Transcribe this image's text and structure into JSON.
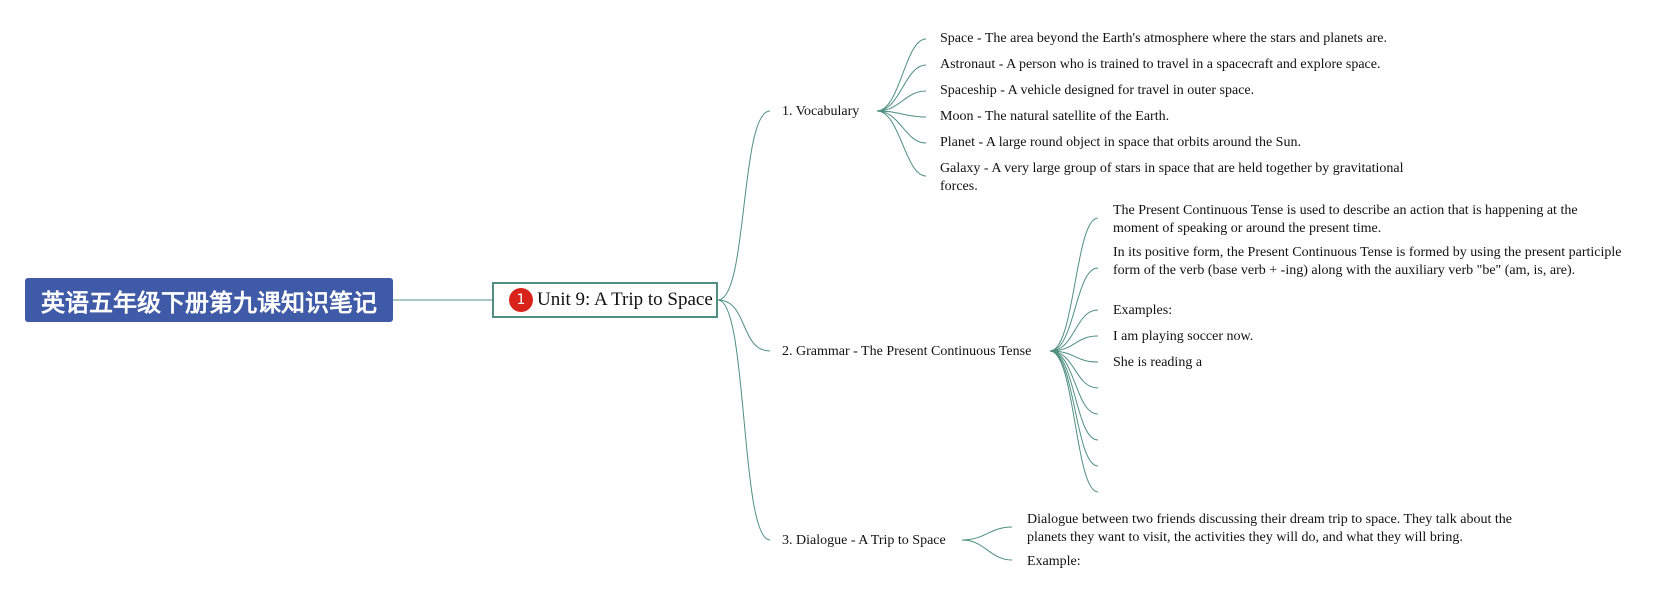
{
  "root": {
    "title": "英语五年级下册第九课知识笔记"
  },
  "unit": {
    "badge": "1",
    "title": "Unit 9: A Trip to Space"
  },
  "vocabulary": {
    "label": "1. Vocabulary",
    "items": [
      "Space - The area beyond the Earth's atmosphere where the stars and planets are.",
      "Astronaut - A person who is trained to travel in a spacecraft and explore space.",
      "Spaceship - A vehicle designed for travel in outer space.",
      "Moon - The natural satellite of the Earth.",
      "Planet - A large round object in space that orbits around the Sun.",
      "Galaxy - A very large group of stars in space that are held together by gravitational forces."
    ]
  },
  "grammar": {
    "label": "2. Grammar - The Present Continuous Tense",
    "items": [
      "The Present Continuous Tense is used to describe an action that is happening at the moment of speaking or around the present time.",
      "In its positive form, the Present Continuous Tense is formed by using the present participle form of the verb (base verb + -ing) along with the auxiliary verb \"be\" (am, is, are).",
      "Examples:",
      "I am playing soccer now.",
      "She is reading a"
    ]
  },
  "dialogue": {
    "label": "3. Dialogue - A Trip to Space",
    "items": [
      "Dialogue between two friends discussing their dream trip to space. They talk about the planets they want to visit, the activities they will do, and what they will bring.",
      "Example:"
    ]
  },
  "colors": {
    "root_fill": "#3f5aa6",
    "link": "#4f8f80",
    "badge": "#d8231a"
  }
}
